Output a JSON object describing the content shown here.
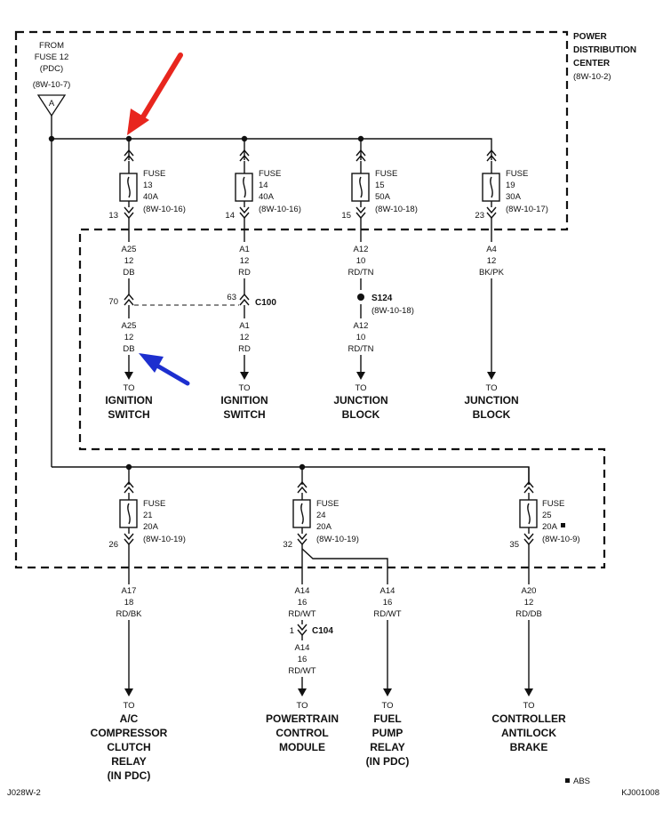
{
  "pdc": {
    "title_line1": "POWER",
    "title_line2": "DISTRIBUTION",
    "title_line3": "CENTER",
    "ref": "(8W-10-2)"
  },
  "source": {
    "line1": "FROM",
    "line2": "FUSE 12",
    "line3": "(PDC)",
    "ref": "(8W-10-7)",
    "tri_label": "A"
  },
  "fuses": [
    {
      "fuse_word": "FUSE",
      "num": "13",
      "amp": "40A",
      "ref": "(8W-10-16)",
      "pin": "13"
    },
    {
      "fuse_word": "FUSE",
      "num": "14",
      "amp": "40A",
      "ref": "(8W-10-16)",
      "pin": "14"
    },
    {
      "fuse_word": "FUSE",
      "num": "15",
      "amp": "50A",
      "ref": "(8W-10-18)",
      "pin": "15"
    },
    {
      "fuse_word": "FUSE",
      "num": "19",
      "amp": "30A",
      "ref": "(8W-10-17)",
      "pin": "23"
    },
    {
      "fuse_word": "FUSE",
      "num": "21",
      "amp": "20A",
      "ref": "(8W-10-19)",
      "pin": "26"
    },
    {
      "fuse_word": "FUSE",
      "num": "24",
      "amp": "20A",
      "ref": "(8W-10-19)",
      "pin": "32"
    },
    {
      "fuse_word": "FUSE",
      "num": "25",
      "amp": "20A",
      "ref": "(8W-10-9)",
      "pin": "35"
    }
  ],
  "top_wires": [
    {
      "circuit": "A25",
      "gauge": "12",
      "color": "DB"
    },
    {
      "circuit": "A1",
      "gauge": "12",
      "color": "RD"
    },
    {
      "circuit": "A12",
      "gauge": "10",
      "color": "RD/TN"
    },
    {
      "circuit": "A4",
      "gauge": "12",
      "color": "BK/PK"
    }
  ],
  "c100": {
    "name": "C100",
    "pin_left": "70",
    "pin_right": "63"
  },
  "s124": {
    "name": "S124",
    "ref": "(8W-10-18)"
  },
  "top_wires_lower": [
    {
      "circuit": "A25",
      "gauge": "12",
      "color": "DB"
    },
    {
      "circuit": "A1",
      "gauge": "12",
      "color": "RD"
    },
    {
      "circuit": "A12",
      "gauge": "10",
      "color": "RD/TN"
    }
  ],
  "top_destinations": [
    {
      "to": "TO",
      "line1": "IGNITION",
      "line2": "SWITCH"
    },
    {
      "to": "TO",
      "line1": "IGNITION",
      "line2": "SWITCH"
    },
    {
      "to": "TO",
      "line1": "JUNCTION",
      "line2": "BLOCK"
    },
    {
      "to": "TO",
      "line1": "JUNCTION",
      "line2": "BLOCK"
    }
  ],
  "bottom_wires": [
    {
      "circuit": "A17",
      "gauge": "18",
      "color": "RD/BK"
    },
    {
      "circuit": "A14",
      "gauge": "16",
      "color": "RD/WT"
    },
    {
      "circuit": "A14",
      "gauge": "16",
      "color": "RD/WT"
    },
    {
      "circuit": "A20",
      "gauge": "12",
      "color": "RD/DB"
    }
  ],
  "c104": {
    "name": "C104",
    "pin": "1"
  },
  "pcm_lower_wire": {
    "circuit": "A14",
    "gauge": "16",
    "color": "RD/WT"
  },
  "bottom_destinations": [
    {
      "to": "TO",
      "lines": [
        "A/C",
        "COMPRESSOR",
        "CLUTCH",
        "RELAY",
        "(IN PDC)"
      ]
    },
    {
      "to": "TO",
      "lines": [
        "POWERTRAIN",
        "CONTROL",
        "MODULE"
      ]
    },
    {
      "to": "TO",
      "lines": [
        "FUEL",
        "PUMP",
        "RELAY",
        "(IN PDC)"
      ]
    },
    {
      "to": "TO",
      "lines": [
        "CONTROLLER",
        "ANTILOCK",
        "BRAKE"
      ]
    }
  ],
  "footer": {
    "left": "J028W-2",
    "legend": "ABS",
    "right": "KJ001008"
  },
  "colors": {
    "red_arrow": "#e8261e",
    "blue_arrow": "#1d2fcf",
    "ink": "#111111"
  }
}
